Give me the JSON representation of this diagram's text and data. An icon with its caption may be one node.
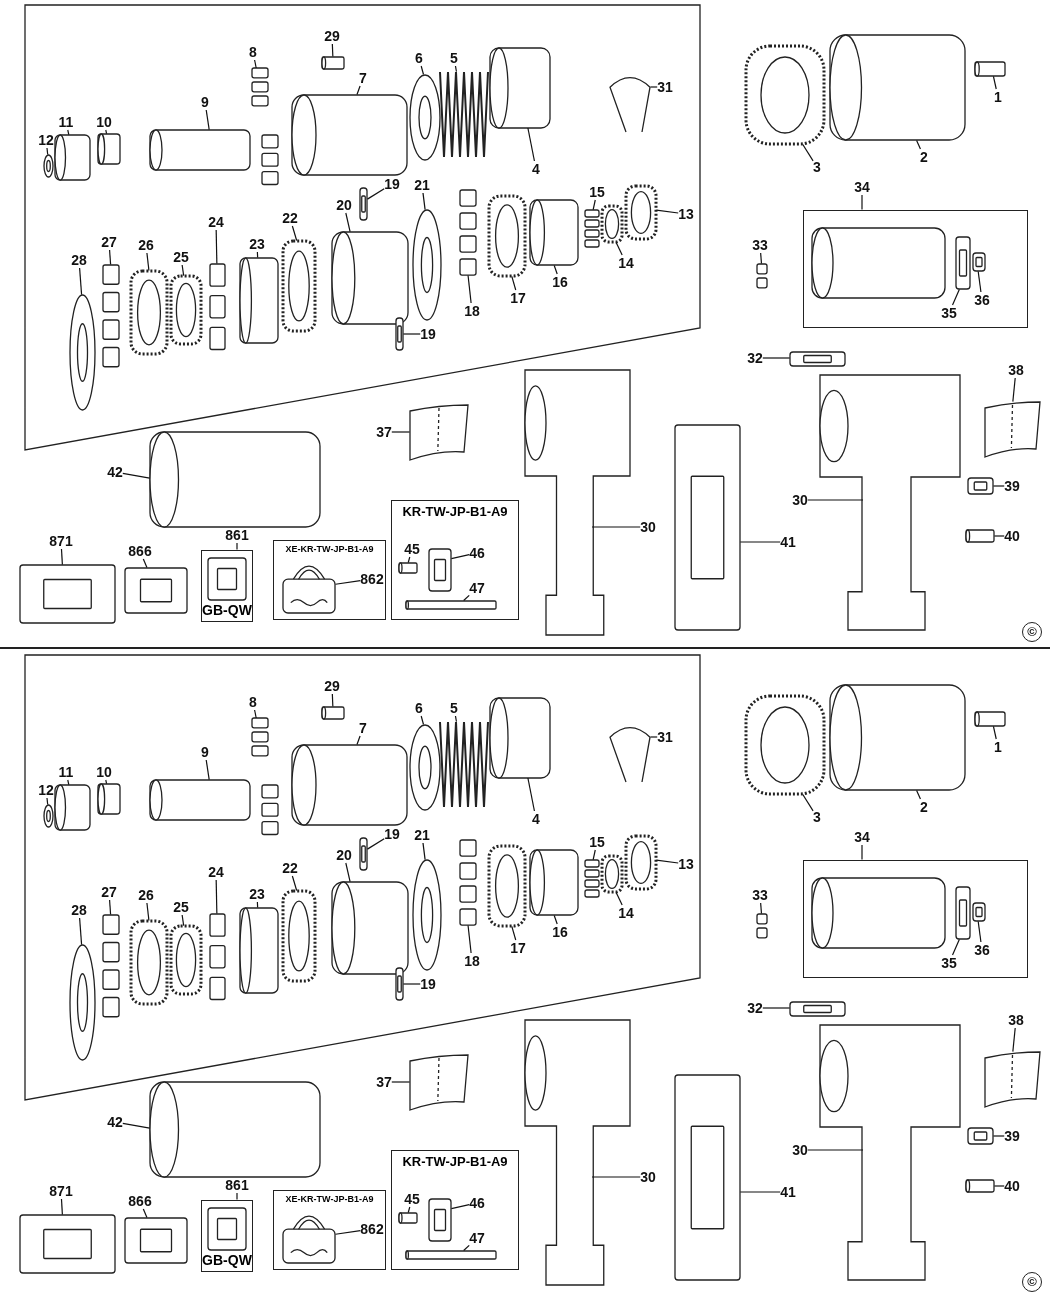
{
  "diagram": {
    "nodes": [
      {
        "text": [],
        "shape": "box"
      },
      {
        "text": [
          "8"
        ],
        "in": 0
      },
      {
        "text": [
          "29"
        ],
        "in": 0
      },
      {
        "text": [
          "6"
        ],
        "in": 0
      },
      {
        "text": [
          "5"
        ],
        "in": 0
      },
      {
        "text": [
          "7"
        ],
        "in": 0
      },
      {
        "text": [
          "9"
        ],
        "in": 0
      },
      {
        "text": [
          "11"
        ],
        "in": 0
      },
      {
        "text": [
          "10"
        ],
        "in": 0
      },
      {
        "text": [
          "12"
        ],
        "in": 0
      },
      {
        "text": [
          "4"
        ],
        "in": 0
      },
      {
        "text": [
          "31"
        ],
        "in": 0
      },
      {
        "text": [
          "19"
        ],
        "in": 0
      },
      {
        "text": [
          "21"
        ],
        "in": 0
      },
      {
        "text": [
          "15"
        ],
        "in": 0
      },
      {
        "text": [
          "13"
        ],
        "in": 0
      },
      {
        "text": [
          "20"
        ],
        "in": 0
      },
      {
        "text": [
          "22"
        ],
        "in": 0
      },
      {
        "text": [
          "24"
        ],
        "in": 0
      },
      {
        "text": [
          "27"
        ],
        "in": 0
      },
      {
        "text": [
          "26"
        ],
        "in": 0
      },
      {
        "text": [
          "25"
        ],
        "in": 0
      },
      {
        "text": [
          "23"
        ],
        "in": 0
      },
      {
        "text": [
          "14"
        ],
        "in": 0
      },
      {
        "text": [
          "16"
        ],
        "in": 0
      },
      {
        "text": [
          "17"
        ],
        "in": 0
      },
      {
        "text": [
          "18"
        ],
        "in": 0
      },
      {
        "text": [
          "28"
        ],
        "in": 0
      },
      {
        "text": [
          "19"
        ],
        "in": 0
      },
      {
        "text": [
          "1"
        ]
      },
      {
        "text": [
          "2"
        ]
      },
      {
        "text": [
          "3"
        ]
      },
      {
        "text": [
          "34"
        ]
      },
      {
        "text": [],
        "shape": "box"
      },
      {
        "text": [
          "33"
        ]
      },
      {
        "text": [
          "35"
        ],
        "in": 33
      },
      {
        "text": [
          "36"
        ],
        "in": 33
      },
      {
        "text": [
          "32"
        ]
      },
      {
        "text": [
          "38"
        ]
      },
      {
        "text": [
          "37"
        ]
      },
      {
        "text": [
          "42"
        ]
      },
      {
        "text": [
          "30"
        ]
      },
      {
        "text": [
          "39"
        ]
      },
      {
        "text": [
          "30"
        ]
      },
      {
        "text": [
          "40"
        ]
      },
      {
        "text": [
          "41"
        ]
      },
      {
        "text": [
          "871"
        ]
      },
      {
        "text": [
          "866"
        ]
      },
      {
        "text": [
          "861"
        ]
      },
      {
        "text": [
          "GB-QW"
        ]
      },
      {
        "text": [
          "XE-KR-TW-JP-B1-A9"
        ]
      },
      {
        "text": [
          "862"
        ],
        "in": 50
      },
      {
        "text": [
          "KR-TW-JP-B1-A9"
        ]
      },
      {
        "text": [
          "45"
        ],
        "in": 52
      },
      {
        "text": [
          "46"
        ],
        "in": 52
      },
      {
        "text": [
          "47"
        ],
        "in": 52
      },
      {
        "text": [],
        "shape": "picture"
      },
      {
        "text": [],
        "shape": "picture"
      },
      {
        "text": [],
        "shape": "picture"
      },
      {
        "text": [],
        "shape": "picture",
        "in": 0
      },
      {
        "text": [],
        "shape": "picture",
        "in": 0
      },
      {
        "text": [],
        "shape": "picture",
        "in": 0
      },
      {
        "text": [],
        "shape": "picture",
        "in": 0
      },
      {
        "text": [],
        "shape": "picture",
        "in": 0
      },
      {
        "text": [],
        "shape": "picture",
        "in": 0
      },
      {
        "text": [],
        "shape": "picture",
        "in": 0
      },
      {
        "text": [],
        "shape": "picture",
        "in": 0
      },
      {
        "text": [],
        "shape": "picture",
        "in": 0
      },
      {
        "text": [],
        "shape": "picture",
        "in": 0
      },
      {
        "text": [],
        "shape": "picture",
        "in": 0
      },
      {
        "text": [],
        "shape": "picture",
        "in": 0
      },
      {
        "text": [],
        "shape": "picture",
        "in": 0
      },
      {
        "text": [],
        "shape": "picture",
        "in": 0
      },
      {
        "text": [],
        "shape": "picture",
        "in": 0
      },
      {
        "text": [],
        "shape": "picture",
        "in": 0
      },
      {
        "text": [],
        "shape": "picture",
        "in": 0
      },
      {
        "text": [],
        "shape": "picture",
        "in": 0
      },
      {
        "text": [],
        "shape": "picture",
        "in": 0
      },
      {
        "text": [],
        "shape": "picture",
        "in": 0
      },
      {
        "text": [],
        "shape": "picture",
        "in": 0
      },
      {
        "text": [],
        "shape": "picture",
        "in": 0
      },
      {
        "text": [],
        "shape": "picture",
        "in": 0
      },
      {
        "text": [],
        "shape": "picture",
        "in": 0
      },
      {
        "text": [],
        "shape": "picture",
        "in": 0
      },
      {
        "text": [],
        "shape": "picture",
        "in": 0
      },
      {
        "text": [],
        "shape": "picture",
        "in": 0
      },
      {
        "text": [],
        "shape": "picture",
        "in": 0
      },
      {
        "text": [],
        "shape": "picture"
      },
      {
        "text": [],
        "shape": "picture",
        "in": 33
      },
      {
        "text": [],
        "shape": "picture",
        "in": 33
      },
      {
        "text": [],
        "shape": "picture"
      },
      {
        "text": [],
        "shape": "picture"
      },
      {
        "text": [],
        "shape": "picture"
      },
      {
        "text": [],
        "shape": "picture"
      },
      {
        "text": [],
        "shape": "picture"
      },
      {
        "text": [],
        "shape": "picture"
      },
      {
        "text": [],
        "shape": "picture"
      },
      {
        "text": [],
        "shape": "picture"
      },
      {
        "text": [],
        "shape": "picture"
      },
      {
        "text": [],
        "shape": "picture"
      },
      {
        "text": [],
        "shape": "picture"
      },
      {
        "text": [],
        "shape": "picture",
        "in": 50
      },
      {
        "text": [],
        "shape": "picture",
        "in": 52
      },
      {
        "text": [],
        "shape": "picture",
        "in": 52
      },
      {
        "text": [],
        "shape": "picture",
        "in": 52
      },
      {
        "text": [],
        "shape": "box"
      },
      {
        "text": [
          "8"
        ],
        "in": 105
      },
      {
        "text": [
          "29"
        ],
        "in": 105
      },
      {
        "text": [
          "6"
        ],
        "in": 105
      },
      {
        "text": [
          "5"
        ],
        "in": 105
      },
      {
        "text": [
          "7"
        ],
        "in": 105
      },
      {
        "text": [
          "9"
        ],
        "in": 105
      },
      {
        "text": [
          "11"
        ],
        "in": 105
      },
      {
        "text": [
          "10"
        ],
        "in": 105
      },
      {
        "text": [
          "12"
        ],
        "in": 105
      },
      {
        "text": [
          "4"
        ],
        "in": 105
      },
      {
        "text": [
          "31"
        ],
        "in": 105
      },
      {
        "text": [
          "19"
        ],
        "in": 105
      },
      {
        "text": [
          "21"
        ],
        "in": 105
      },
      {
        "text": [
          "15"
        ],
        "in": 105
      },
      {
        "text": [
          "13"
        ],
        "in": 105
      },
      {
        "text": [
          "20"
        ],
        "in": 105
      },
      {
        "text": [
          "22"
        ],
        "in": 105
      },
      {
        "text": [
          "24"
        ],
        "in": 105
      },
      {
        "text": [
          "27"
        ],
        "in": 105
      },
      {
        "text": [
          "26"
        ],
        "in": 105
      },
      {
        "text": [
          "25"
        ],
        "in": 105
      },
      {
        "text": [
          "23"
        ],
        "in": 105
      },
      {
        "text": [
          "14"
        ],
        "in": 105
      },
      {
        "text": [
          "16"
        ],
        "in": 105
      },
      {
        "text": [
          "17"
        ],
        "in": 105
      },
      {
        "text": [
          "18"
        ],
        "in": 105
      },
      {
        "text": [
          "28"
        ],
        "in": 105
      },
      {
        "text": [
          "19"
        ],
        "in": 105
      },
      {
        "text": [
          "1"
        ]
      },
      {
        "text": [
          "2"
        ]
      },
      {
        "text": [
          "3"
        ]
      },
      {
        "text": [
          "34"
        ]
      },
      {
        "text": [],
        "shape": "box"
      },
      {
        "text": [
          "33"
        ]
      },
      {
        "text": [
          "35"
        ],
        "in": 138
      },
      {
        "text": [
          "36"
        ],
        "in": 138
      },
      {
        "text": [
          "32"
        ]
      },
      {
        "text": [
          "38"
        ]
      },
      {
        "text": [
          "37"
        ]
      },
      {
        "text": [
          "42"
        ]
      },
      {
        "text": [
          "30"
        ]
      },
      {
        "text": [
          "39"
        ]
      },
      {
        "text": [
          "30"
        ]
      },
      {
        "text": [
          "40"
        ]
      },
      {
        "text": [
          "41"
        ]
      },
      {
        "text": [
          "871"
        ]
      },
      {
        "text": [
          "866"
        ]
      },
      {
        "text": [
          "861"
        ]
      },
      {
        "text": [
          "GB-QW"
        ]
      },
      {
        "text": [
          "XE-KR-TW-JP-B1-A9"
        ]
      },
      {
        "text": [
          "862"
        ],
        "in": 155
      },
      {
        "text": [
          "KR-TW-JP-B1-A9"
        ]
      },
      {
        "text": [
          "45"
        ],
        "in": 157
      },
      {
        "text": [
          "46"
        ],
        "in": 157
      },
      {
        "text": [
          "47"
        ],
        "in": 157
      },
      {
        "text": [],
        "shape": "picture"
      },
      {
        "text": [],
        "shape": "picture"
      },
      {
        "text": [],
        "shape": "picture"
      },
      {
        "text": [],
        "shape": "picture",
        "in": 105
      },
      {
        "text": [],
        "shape": "picture",
        "in": 105
      },
      {
        "text": [],
        "shape": "picture",
        "in": 105
      },
      {
        "text": [],
        "shape": "picture",
        "in": 105
      },
      {
        "text": [],
        "shape": "picture",
        "in": 105
      },
      {
        "text": [],
        "shape": "picture",
        "in": 105
      },
      {
        "text": [],
        "shape": "picture",
        "in": 105
      },
      {
        "text": [],
        "shape": "picture",
        "in": 105
      },
      {
        "text": [],
        "shape": "picture",
        "in": 105
      },
      {
        "text": [],
        "shape": "picture",
        "in": 105
      },
      {
        "text": [],
        "shape": "picture",
        "in": 105
      },
      {
        "text": [],
        "shape": "picture",
        "in": 105
      },
      {
        "text": [],
        "shape": "picture",
        "in": 105
      },
      {
        "text": [],
        "shape": "picture",
        "in": 105
      },
      {
        "text": [],
        "shape": "picture",
        "in": 105
      },
      {
        "text": [],
        "shape": "picture",
        "in": 105
      },
      {
        "text": [],
        "shape": "picture",
        "in": 105
      },
      {
        "text": [],
        "shape": "picture",
        "in": 105
      },
      {
        "text": [],
        "shape": "picture",
        "in": 105
      },
      {
        "text": [],
        "shape": "picture",
        "in": 105
      },
      {
        "text": [],
        "shape": "picture",
        "in": 105
      },
      {
        "text": [],
        "shape": "picture",
        "in": 105
      },
      {
        "text": [],
        "shape": "picture",
        "in": 105
      },
      {
        "text": [],
        "shape": "picture",
        "in": 105
      },
      {
        "text": [],
        "shape": "picture",
        "in": 105
      },
      {
        "text": [],
        "shape": "picture",
        "in": 105
      },
      {
        "text": [],
        "shape": "picture",
        "in": 105
      },
      {
        "text": [],
        "shape": "picture",
        "in": 105
      },
      {
        "text": [],
        "shape": "picture"
      },
      {
        "text": [],
        "shape": "picture",
        "in": 138
      },
      {
        "text": [],
        "shape": "picture",
        "in": 138
      },
      {
        "text": [],
        "shape": "picture"
      },
      {
        "text": [],
        "shape": "picture"
      },
      {
        "text": [],
        "shape": "picture"
      },
      {
        "text": [],
        "shape": "picture"
      },
      {
        "text": [],
        "shape": "picture"
      },
      {
        "text": [],
        "shape": "picture"
      },
      {
        "text": [],
        "shape": "picture"
      },
      {
        "text": [],
        "shape": "picture"
      },
      {
        "text": [],
        "shape": "picture"
      },
      {
        "text": [],
        "shape": "picture"
      },
      {
        "text": [],
        "shape": "picture"
      },
      {
        "text": [],
        "shape": "picture",
        "in": 155
      },
      {
        "text": [],
        "shape": "picture",
        "in": 157
      },
      {
        "text": [],
        "shape": "picture",
        "in": 157
      },
      {
        "text": [],
        "shape": "picture",
        "in": 157
      }
    ],
    "edges": [
      {
        "from": 1,
        "to": 63,
        "arrow": "none"
      },
      {
        "from": 2,
        "to": 64,
        "arrow": "none"
      },
      {
        "from": 3,
        "to": 61,
        "arrow": "none"
      },
      {
        "from": 4,
        "to": 60,
        "arrow": "none"
      },
      {
        "from": 5,
        "to": 62,
        "arrow": "none"
      },
      {
        "from": 6,
        "to": 65,
        "arrow": "none"
      },
      {
        "from": 7,
        "to": 67,
        "arrow": "none"
      },
      {
        "from": 8,
        "to": 66,
        "arrow": "none"
      },
      {
        "from": 9,
        "to": 68,
        "arrow": "none"
      },
      {
        "from": 10,
        "to": 59,
        "arrow": "none"
      },
      {
        "from": 11,
        "to": 69,
        "arrow": "none"
      },
      {
        "from": 12,
        "to": 77,
        "arrow": "none"
      },
      {
        "from": 13,
        "to": 76,
        "arrow": "none"
      },
      {
        "from": 14,
        "to": 72,
        "arrow": "none"
      },
      {
        "from": 15,
        "to": 70,
        "arrow": "none"
      },
      {
        "from": 16,
        "to": 78,
        "arrow": "none"
      },
      {
        "from": 17,
        "to": 80,
        "arrow": "none"
      },
      {
        "from": 18,
        "to": 82,
        "arrow": "none"
      },
      {
        "from": 19,
        "to": 85,
        "arrow": "none"
      },
      {
        "from": 20,
        "to": 84,
        "arrow": "none"
      },
      {
        "from": 21,
        "to": 83,
        "arrow": "none"
      },
      {
        "from": 22,
        "to": 81,
        "arrow": "none"
      },
      {
        "from": 23,
        "to": 71,
        "arrow": "none"
      },
      {
        "from": 24,
        "to": 73,
        "arrow": "none"
      },
      {
        "from": 25,
        "to": 74,
        "arrow": "none"
      },
      {
        "from": 26,
        "to": 75,
        "arrow": "none"
      },
      {
        "from": 27,
        "to": 86,
        "arrow": "none"
      },
      {
        "from": 28,
        "to": 79,
        "arrow": "none"
      },
      {
        "from": 29,
        "to": 56,
        "arrow": "none"
      },
      {
        "from": 30,
        "to": 57,
        "arrow": "none"
      },
      {
        "from": 31,
        "to": 58,
        "arrow": "none"
      },
      {
        "from": 32,
        "to": 33,
        "arrow": "none"
      },
      {
        "from": 34,
        "to": 87,
        "arrow": "none"
      },
      {
        "from": 35,
        "to": 88,
        "arrow": "none"
      },
      {
        "from": 36,
        "to": 89,
        "arrow": "none"
      },
      {
        "from": 37,
        "to": 90,
        "arrow": "none"
      },
      {
        "from": 38,
        "to": 92,
        "arrow": "none"
      },
      {
        "from": 39,
        "to": 93,
        "arrow": "none"
      },
      {
        "from": 40,
        "to": 98,
        "arrow": "none"
      },
      {
        "from": 41,
        "to": 91,
        "arrow": "none"
      },
      {
        "from": 42,
        "to": 96,
        "arrow": "none"
      },
      {
        "from": 43,
        "to": 94,
        "arrow": "none"
      },
      {
        "from": 44,
        "to": 97,
        "arrow": "none"
      },
      {
        "from": 45,
        "to": 95,
        "arrow": "none"
      },
      {
        "from": 46,
        "to": 99,
        "arrow": "none"
      },
      {
        "from": 47,
        "to": 100,
        "arrow": "none"
      },
      {
        "from": 48,
        "to": 49,
        "arrow": "none"
      },
      {
        "from": 51,
        "to": 101,
        "arrow": "none"
      },
      {
        "from": 53,
        "to": 102,
        "arrow": "none"
      },
      {
        "from": 54,
        "to": 103,
        "arrow": "none"
      },
      {
        "from": 55,
        "to": 104,
        "arrow": "none"
      },
      {
        "from": 106,
        "to": 168,
        "arrow": "none"
      },
      {
        "from": 107,
        "to": 169,
        "arrow": "none"
      },
      {
        "from": 108,
        "to": 166,
        "arrow": "none"
      },
      {
        "from": 109,
        "to": 165,
        "arrow": "none"
      },
      {
        "from": 110,
        "to": 167,
        "arrow": "none"
      },
      {
        "from": 111,
        "to": 170,
        "arrow": "none"
      },
      {
        "from": 112,
        "to": 172,
        "arrow": "none"
      },
      {
        "from": 113,
        "to": 171,
        "arrow": "none"
      },
      {
        "from": 114,
        "to": 173,
        "arrow": "none"
      },
      {
        "from": 115,
        "to": 164,
        "arrow": "none"
      },
      {
        "from": 116,
        "to": 174,
        "arrow": "none"
      },
      {
        "from": 117,
        "to": 182,
        "arrow": "none"
      },
      {
        "from": 118,
        "to": 181,
        "arrow": "none"
      },
      {
        "from": 119,
        "to": 177,
        "arrow": "none"
      },
      {
        "from": 120,
        "to": 175,
        "arrow": "none"
      },
      {
        "from": 121,
        "to": 183,
        "arrow": "none"
      },
      {
        "from": 122,
        "to": 185,
        "arrow": "none"
      },
      {
        "from": 123,
        "to": 187,
        "arrow": "none"
      },
      {
        "from": 124,
        "to": 190,
        "arrow": "none"
      },
      {
        "from": 125,
        "to": 189,
        "arrow": "none"
      },
      {
        "from": 126,
        "to": 188,
        "arrow": "none"
      },
      {
        "from": 127,
        "to": 186,
        "arrow": "none"
      },
      {
        "from": 128,
        "to": 176,
        "arrow": "none"
      },
      {
        "from": 129,
        "to": 178,
        "arrow": "none"
      },
      {
        "from": 130,
        "to": 179,
        "arrow": "none"
      },
      {
        "from": 131,
        "to": 180,
        "arrow": "none"
      },
      {
        "from": 132,
        "to": 191,
        "arrow": "none"
      },
      {
        "from": 133,
        "to": 184,
        "arrow": "none"
      },
      {
        "from": 134,
        "to": 161,
        "arrow": "none"
      },
      {
        "from": 135,
        "to": 162,
        "arrow": "none"
      },
      {
        "from": 136,
        "to": 163,
        "arrow": "none"
      },
      {
        "from": 137,
        "to": 138,
        "arrow": "none"
      },
      {
        "from": 139,
        "to": 192,
        "arrow": "none"
      },
      {
        "from": 140,
        "to": 193,
        "arrow": "none"
      },
      {
        "from": 141,
        "to": 194,
        "arrow": "none"
      },
      {
        "from": 142,
        "to": 195,
        "arrow": "none"
      },
      {
        "from": 143,
        "to": 197,
        "arrow": "none"
      },
      {
        "from": 144,
        "to": 198,
        "arrow": "none"
      },
      {
        "from": 145,
        "to": 203,
        "arrow": "none"
      },
      {
        "from": 146,
        "to": 196,
        "arrow": "none"
      },
      {
        "from": 147,
        "to": 201,
        "arrow": "none"
      },
      {
        "from": 148,
        "to": 199,
        "arrow": "none"
      },
      {
        "from": 149,
        "to": 202,
        "arrow": "none"
      },
      {
        "from": 150,
        "to": 200,
        "arrow": "none"
      },
      {
        "from": 151,
        "to": 204,
        "arrow": "none"
      },
      {
        "from": 152,
        "to": 205,
        "arrow": "none"
      },
      {
        "from": 153,
        "to": 154,
        "arrow": "none"
      },
      {
        "from": 156,
        "to": 206,
        "arrow": "none"
      },
      {
        "from": 158,
        "to": 207,
        "arrow": "none"
      },
      {
        "from": 159,
        "to": 208,
        "arrow": "none"
      },
      {
        "from": 160,
        "to": 209,
        "arrow": "none"
      }
    ],
    "labels": [
      "©",
      "©"
    ]
  }
}
